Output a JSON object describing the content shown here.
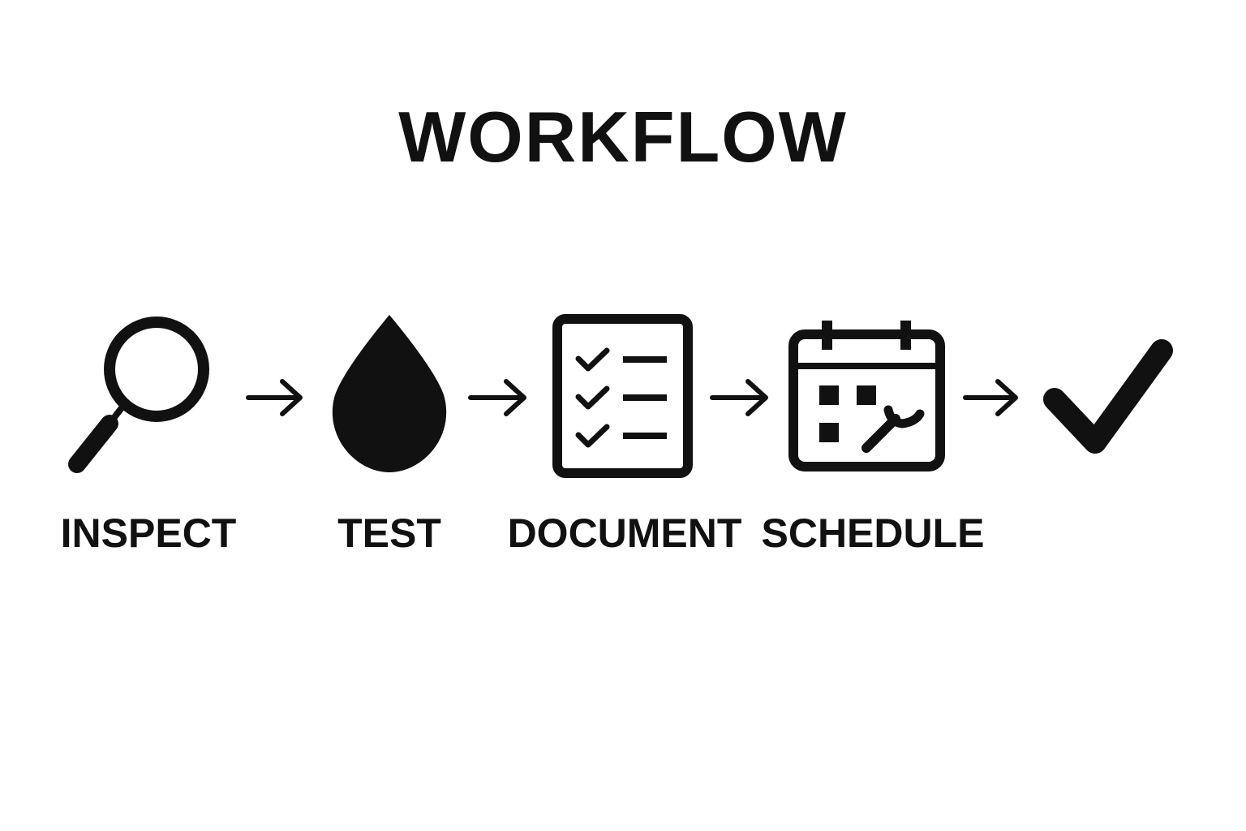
{
  "title": "WORKFLOW",
  "colors": {
    "ink": "#111111",
    "background": "#ffffff"
  },
  "steps": [
    {
      "label": "INSPECT",
      "icon": "magnifying-glass-icon"
    },
    {
      "label": "TEST",
      "icon": "water-drop-icon"
    },
    {
      "label": "DOCUMENT",
      "icon": "checklist-icon"
    },
    {
      "label": "SCHEDULE",
      "icon": "calendar-wrench-icon"
    }
  ],
  "final_icon": "checkmark-icon"
}
